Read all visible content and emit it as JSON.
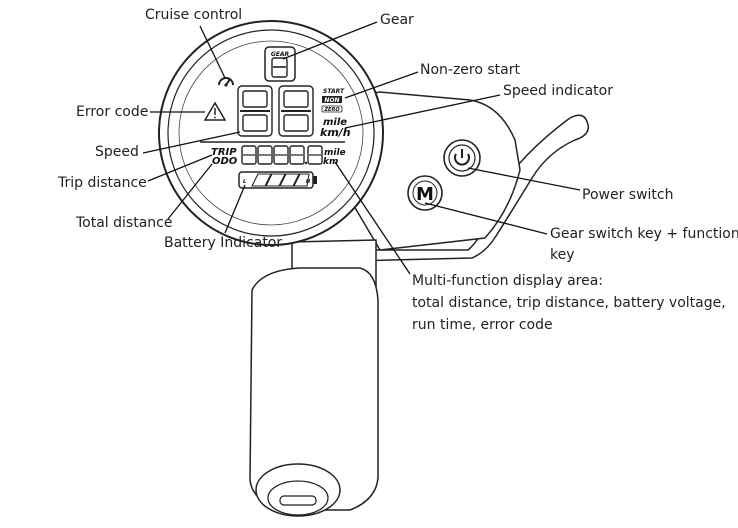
{
  "labels": {
    "cruise_control": "Cruise control",
    "gear": "Gear",
    "non_zero_start": "Non-zero start",
    "speed_indicator": "Speed indicator",
    "error_code": "Error code",
    "speed": "Speed",
    "trip_distance": "Trip distance",
    "total_distance": "Total distance",
    "battery_indicator": "Battery Indicator",
    "power_switch": "Power switch",
    "gear_switch_line1": "Gear switch key + function",
    "gear_switch_line2": "key",
    "multi_line1": "Multi-function display area:",
    "multi_line2": "total distance, trip distance, battery voltage,",
    "multi_line3": "run time, error code"
  },
  "display": {
    "gear_tag": "GEAR",
    "start_tag": "START",
    "non_tag": "NON",
    "zero_tag": "ZERO",
    "unit_mile_speed": "mile",
    "unit_kmh": "km/h",
    "trip_tag": "TRIP",
    "odo_tag": "ODO",
    "unit_mile_dist": "mile",
    "unit_km": "km",
    "battery_low": "L",
    "battery_high": "H"
  },
  "buttons": {
    "mode_key": "M",
    "power_icon": "power-icon"
  }
}
